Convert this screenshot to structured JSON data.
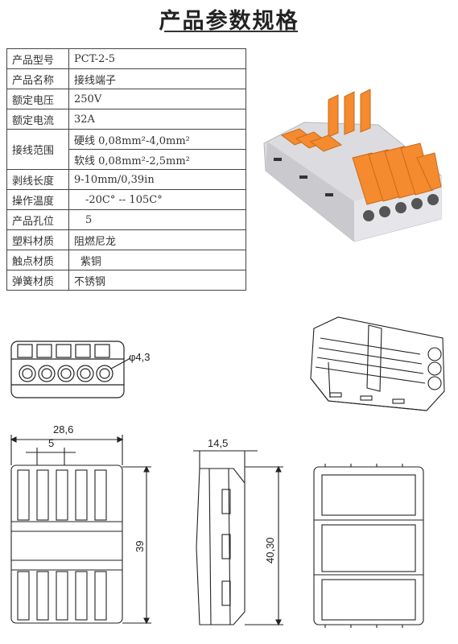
{
  "title": "产品参数规格",
  "spec_rows": [
    {
      "label": "产品型号",
      "value": "PCT-2-5"
    },
    {
      "label": "产品名称",
      "value": "接线端子"
    },
    {
      "label": "额定电压",
      "value": "250V"
    },
    {
      "label": "额定电流",
      "value": "32A"
    },
    {
      "label": "接线范围",
      "value": "硬线 0,08mm²-4,0mm²",
      "value2": "软线 0,08mm²-2,5mm²"
    },
    {
      "label": "剥线长度",
      "value": "9-10mm/0,39in"
    },
    {
      "label": "操作温度",
      "value": "-20C° -- 105C°"
    },
    {
      "label": "产品孔位",
      "value": "5"
    },
    {
      "label": "塑料材质",
      "value": "阻燃尼龙"
    },
    {
      "label": "触点材质",
      "value": "紫铜"
    },
    {
      "label": "弹簧材质",
      "value": "不锈钢"
    }
  ],
  "dimensions": {
    "hole_diameter": "φ4,3",
    "width": "28,6",
    "pitch": "5",
    "height": "39",
    "depth": "14,5",
    "side_height": "40,30"
  },
  "colors": {
    "housing": "#d9d9dd",
    "lever": "#f58a2e",
    "line": "#222222"
  }
}
